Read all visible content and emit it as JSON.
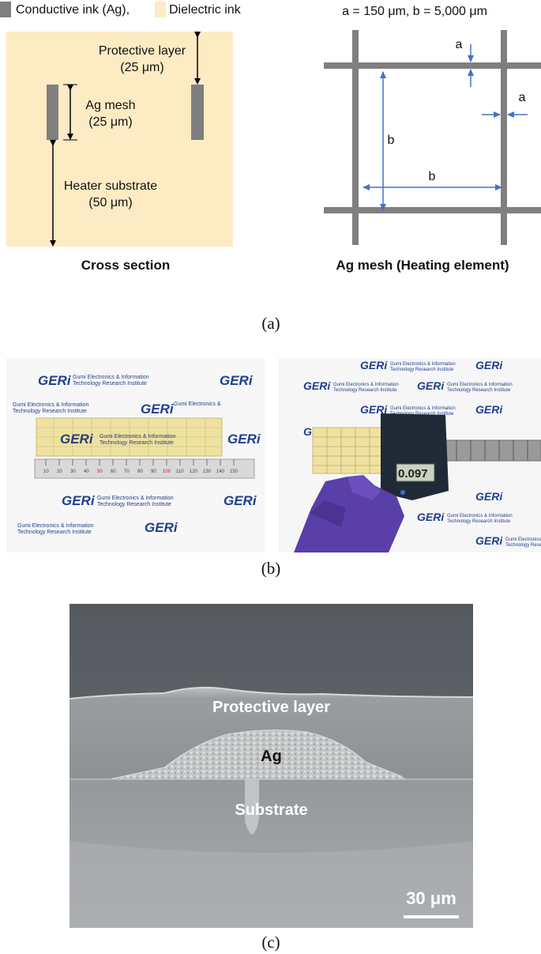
{
  "legend": {
    "items": [
      {
        "label": "Conductive ink (Ag),",
        "color": "#7f7f7f"
      },
      {
        "label": "Dielectric ink",
        "color": "#fdebc4"
      }
    ]
  },
  "cross_section": {
    "protective_label": "Protective layer",
    "protective_value": "(25 μm)",
    "ag_label": "Ag mesh",
    "ag_value": "(25 μm)",
    "substrate_label": "Heater substrate",
    "substrate_value": "(50 μm)",
    "caption": "Cross section"
  },
  "mesh": {
    "dims": "a = 150 μm, b = 5,000 μm",
    "a_symbol": "a",
    "b_symbol": "b",
    "caption": "Ag mesh (Heating element)",
    "line_color": "#7f7f7f",
    "arrow_color": "#4472c4"
  },
  "panel_labels": {
    "a": "(a)",
    "b": "(b)",
    "c": "(c)"
  },
  "photos": {
    "logo": "GERi",
    "org_line1": "Gumi Electronics & Information",
    "org_line2": "Technology Research Institute",
    "micrometer_reading": "0.097",
    "ruler_marks": [
      "10",
      "20",
      "30",
      "40",
      "50",
      "60",
      "70",
      "80",
      "90",
      "100",
      "110",
      "120",
      "130",
      "140",
      "150"
    ]
  },
  "sem": {
    "protective": "Protective layer",
    "ag": "Ag",
    "substrate": "Substrate",
    "scale": "30 μm"
  }
}
